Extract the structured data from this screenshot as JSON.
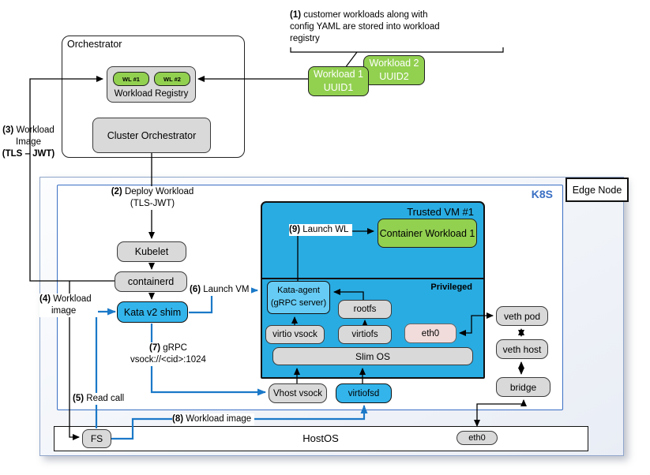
{
  "steps": {
    "s1": {
      "num": "(1)",
      "l1": "customer workloads along with",
      "l2": "config YAML are stored into workload",
      "l3": "registry"
    },
    "s2": {
      "num": "(2)",
      "l1": "Deploy Workload",
      "l2": "(TLS-JWT)"
    },
    "s3": {
      "num": "(3)",
      "l1": "Workload",
      "l2": "Image",
      "l3": "(TLS – JWT)"
    },
    "s4": {
      "num": "(4)",
      "l1": "Workload",
      "l2": "image"
    },
    "s5": {
      "num": "(5)",
      "l1": "Read call"
    },
    "s6": {
      "num": "(6)",
      "l1": "Launch VM"
    },
    "s7": {
      "num": "(7)",
      "l1": "gRPC",
      "l2": "vsock://<cid>:1024"
    },
    "s8": {
      "num": "(8)",
      "l1": "Workload image"
    },
    "s9": {
      "num": "(9)",
      "l1": "Launch WL"
    }
  },
  "orchestrator": {
    "title": "Orchestrator",
    "registry_label": "Workload Registry",
    "wl1": "WL #1",
    "wl2": "WL #2",
    "cluster": "Cluster Orchestrator"
  },
  "workloads": {
    "w1l1": "Workload 1",
    "w1l2": "UUID1",
    "w2l1": "Workload 2",
    "w2l2": "UUID2"
  },
  "edge_node": {
    "label": "Edge Node",
    "k8s_label": "K8S",
    "kubelet": "Kubelet",
    "containerd": "containerd",
    "kata_shim": "Kata v2 shim",
    "vhost_vsock": "Vhost vsock",
    "virtiofsd": "virtiofsd",
    "veth_pod": "veth pod",
    "veth_host": "veth host",
    "bridge": "bridge"
  },
  "vm": {
    "title": "Trusted VM #1",
    "privileged_label": "Privileged",
    "container_workload": "Container Workload 1",
    "kata_agent_l1": "Kata-agent",
    "kata_agent_l2": "(gRPC server)",
    "rootfs": "rootfs",
    "virtio_vsock": "virtio vsock",
    "virtiofs": "virtiofs",
    "eth0": "eth0",
    "slim_os": "Slim OS"
  },
  "host": {
    "hostos": "HostOS",
    "fs": "FS",
    "eth0": "eth0"
  },
  "colors": {
    "green": "#92D050",
    "vm_blue": "#29ACE2",
    "cyan_box": "#33B5EC",
    "agent_blue": "#66CCF5",
    "gray_box": "#D9D9D9",
    "pink": "#F2DBDB",
    "accent_blue": "#3A6FC4",
    "arrow_blue": "#1B79C8"
  }
}
